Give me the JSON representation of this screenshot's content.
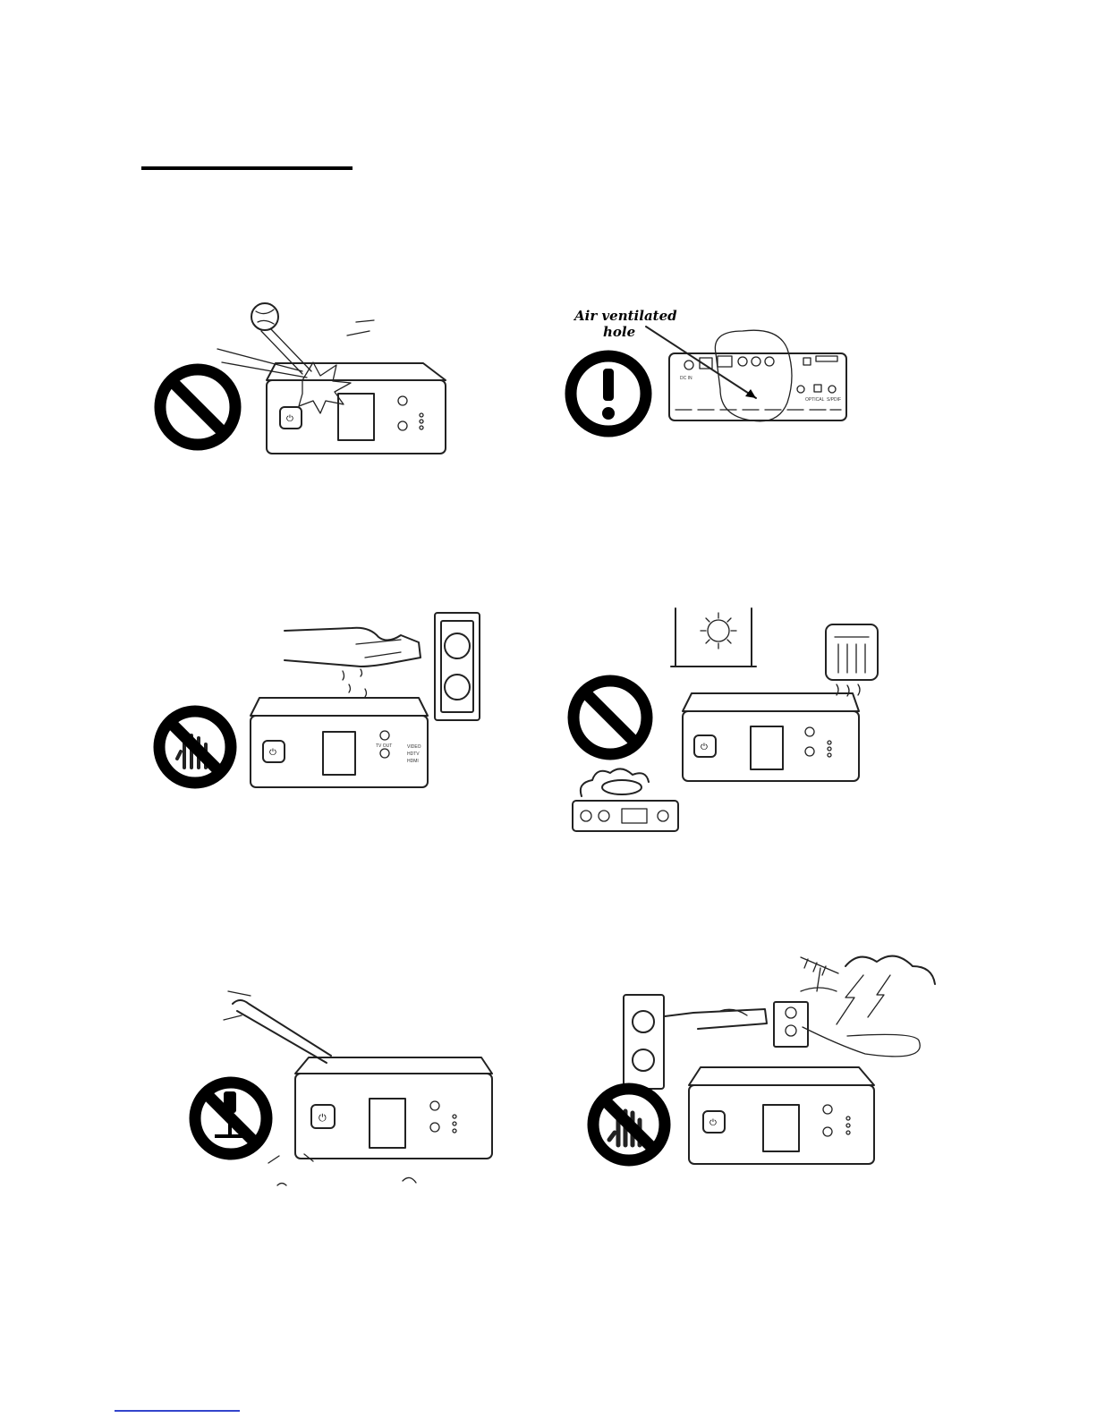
{
  "illustrations": {
    "ventilation_label_line1": "Air ventilated",
    "ventilation_label_line2": "hole",
    "device_tv_out_label": "TV OUT",
    "device_led_labels": [
      "VIDEO",
      "HDTV",
      "HDMI"
    ],
    "device_rear_labels": [
      "DC IN",
      "OPTICAL",
      "S/PDIF"
    ]
  }
}
